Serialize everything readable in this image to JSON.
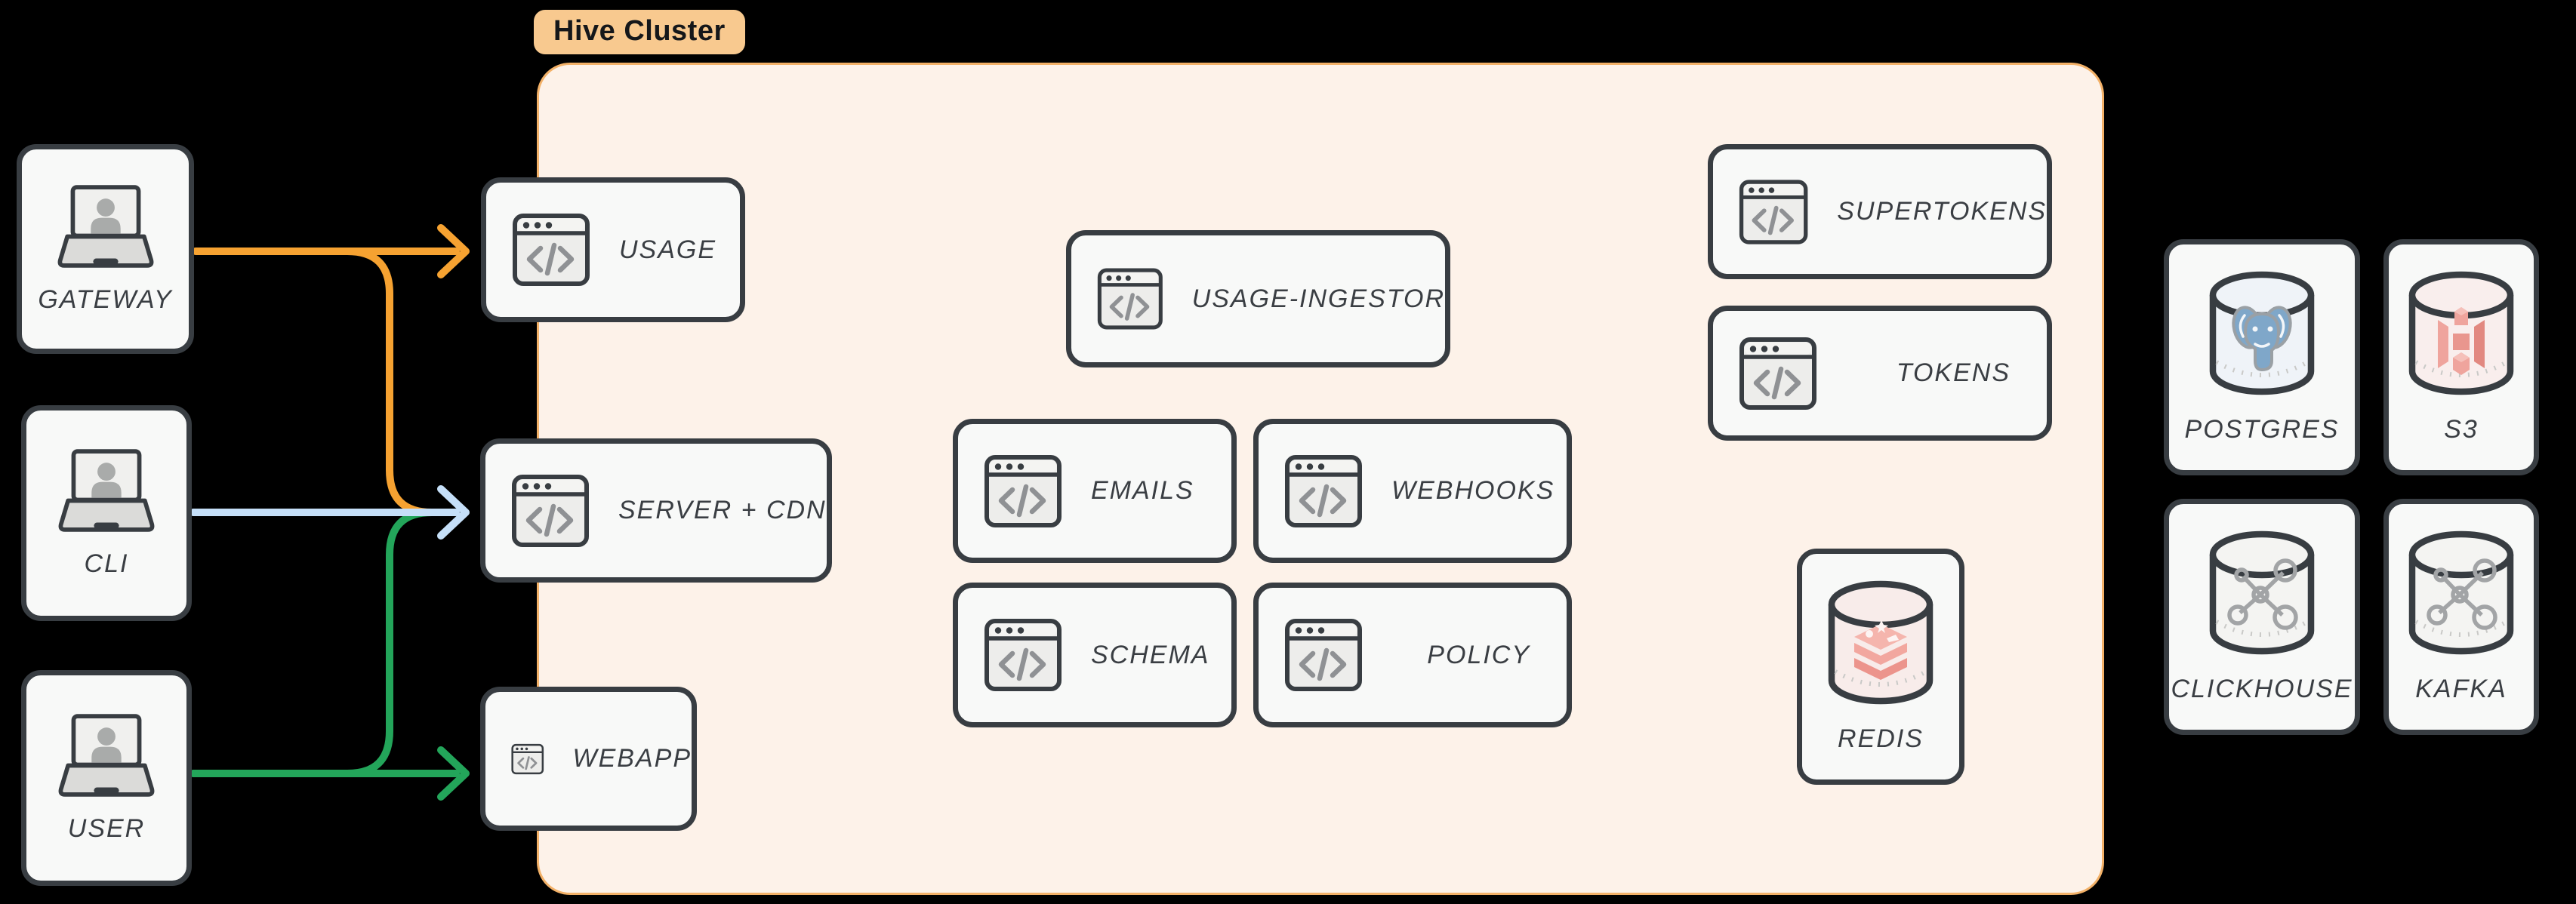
{
  "cluster": {
    "label": "Hive Cluster"
  },
  "nodes": {
    "gateway": {
      "label": "GATEWAY",
      "icon": "laptop-user-icon"
    },
    "cli": {
      "label": "CLI",
      "icon": "laptop-user-icon"
    },
    "user": {
      "label": "USER",
      "icon": "laptop-user-icon"
    },
    "usage": {
      "label": "USAGE",
      "icon": "code-window-icon"
    },
    "server_cdn": {
      "label": "SERVER + CDN",
      "icon": "code-window-icon"
    },
    "webapp": {
      "label": "WEBAPP",
      "icon": "code-window-icon"
    },
    "usage_ingestor": {
      "label": "USAGE-INGESTOR",
      "icon": "code-window-icon"
    },
    "emails": {
      "label": "EMAILS",
      "icon": "code-window-icon"
    },
    "webhooks": {
      "label": "WEBHOOKS",
      "icon": "code-window-icon"
    },
    "schema": {
      "label": "SCHEMA",
      "icon": "code-window-icon"
    },
    "policy": {
      "label": "POLICY",
      "icon": "code-window-icon"
    },
    "supertokens": {
      "label": "SUPERTOKENS",
      "icon": "code-window-icon"
    },
    "tokens": {
      "label": "TOKENS",
      "icon": "code-window-icon"
    },
    "redis": {
      "label": "REDIS",
      "icon": "redis-database-icon"
    },
    "postgres": {
      "label": "POSTGRES",
      "icon": "postgres-database-icon"
    },
    "s3": {
      "label": "S3",
      "icon": "s3-database-icon"
    },
    "clickhouse": {
      "label": "CLICKHOUSE",
      "icon": "network-database-icon"
    },
    "kafka": {
      "label": "KAFKA",
      "icon": "network-database-icon"
    }
  },
  "edges": [
    {
      "from": "GATEWAY",
      "to": "USAGE",
      "color": "#F6A231"
    },
    {
      "from": "GATEWAY",
      "to": "SERVER + CDN",
      "color": "#F6A231"
    },
    {
      "from": "CLI",
      "to": "SERVER + CDN",
      "color": "#C5DFF8"
    },
    {
      "from": "USER",
      "to": "SERVER + CDN",
      "color": "#23A55A"
    },
    {
      "from": "USER",
      "to": "WEBAPP",
      "color": "#23A55A"
    }
  ],
  "colors": {
    "edge_orange": "#F6A231",
    "edge_green": "#23A55A",
    "edge_blue": "#C5DFF8",
    "node_border": "#383D42",
    "node_bg": "#F8F9F8",
    "label_text": "#3A3E43",
    "cluster_bg": "#FDF2E9",
    "cluster_border": "#F3B168",
    "tag_bg": "#F8C98F",
    "tag_text": "#15171A",
    "icon_gray": "#8F9194",
    "icon_fill": "#EDEDEB",
    "redis_pink": "#F2A79F",
    "postgres_blue": "#7FA7C9",
    "s3_red": "#EFA49D",
    "molecule_gray": "#A2A4A6"
  }
}
